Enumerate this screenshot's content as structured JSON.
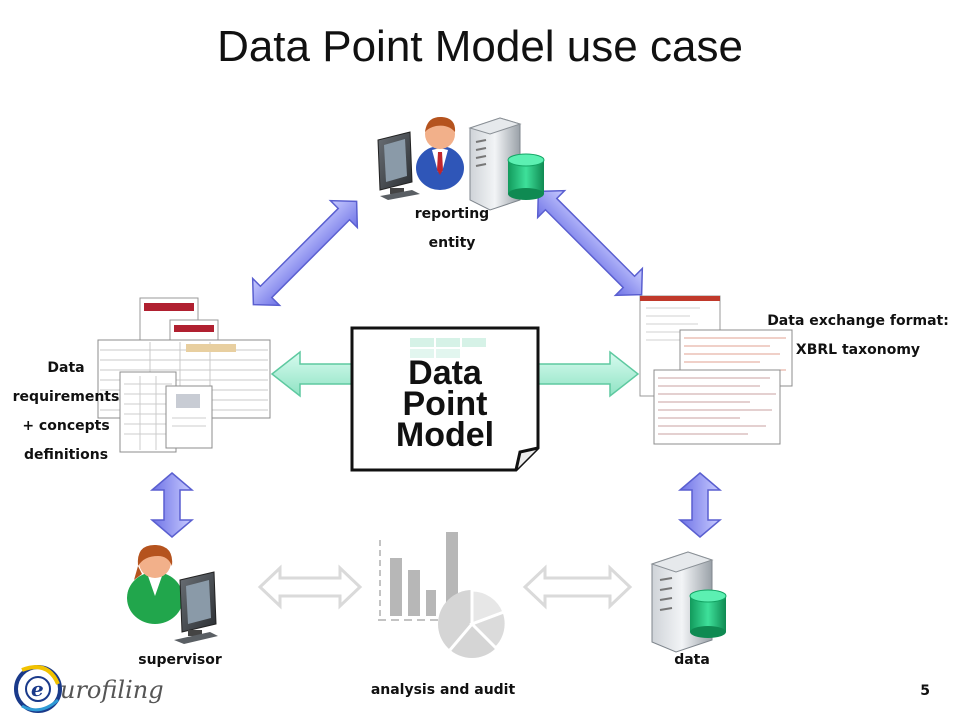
{
  "title": "Data Point Model use case",
  "center": {
    "lines": [
      "Data",
      "Point",
      "Model"
    ]
  },
  "nodes": {
    "reporting_entity": {
      "lines": [
        "reporting",
        "entity"
      ]
    },
    "data_requirements": {
      "lines": [
        "Data",
        "requirements",
        "+ concepts",
        "definitions"
      ]
    },
    "exchange_format": {
      "lines": [
        "Data exchange format:",
        "XBRL taxonomy"
      ]
    },
    "supervisor": {
      "label": "supervisor"
    },
    "data": {
      "label": "data"
    },
    "analysis": {
      "label": "analysis and audit"
    }
  },
  "logo": {
    "text": "urofiling"
  },
  "page_number": "5",
  "colors": {
    "arrow_blue": "#8a8ef0",
    "arrow_green": "#9ee8cc",
    "arrow_gray": "#d8d8d8",
    "db_green": "#22c07a"
  }
}
